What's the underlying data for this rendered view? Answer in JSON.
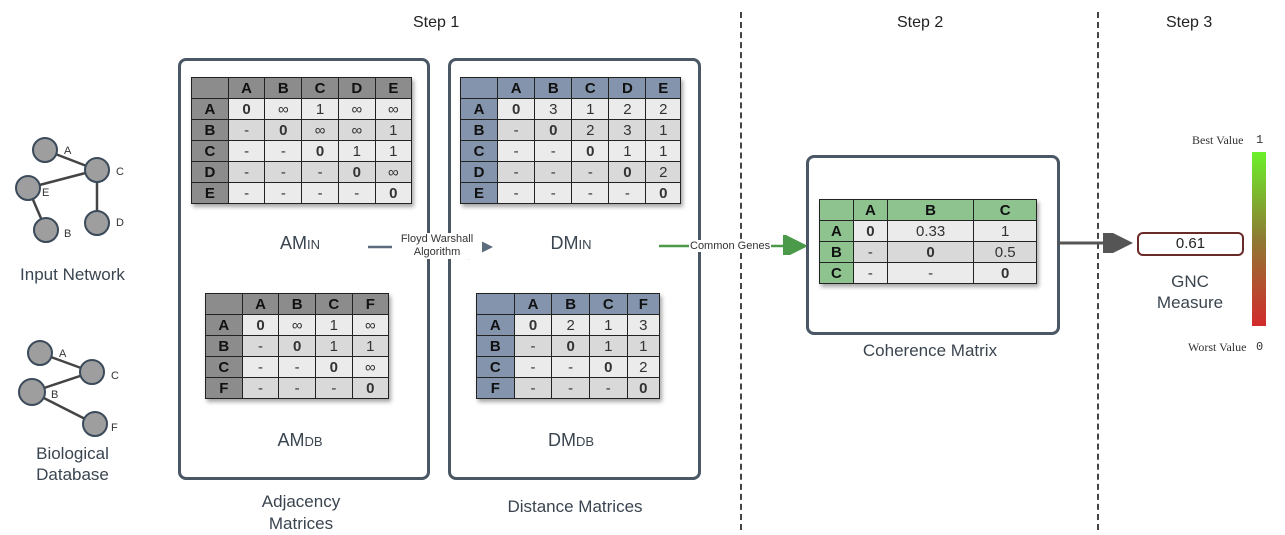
{
  "steps": {
    "step1": "Step 1",
    "step2": "Step 2",
    "step3": "Step 3"
  },
  "graphs": {
    "input": {
      "nodes": [
        "A",
        "C",
        "E",
        "B",
        "D"
      ],
      "label": "Input Network"
    },
    "database": {
      "nodes": [
        "A",
        "C",
        "B",
        "F"
      ],
      "label_line1": "Biological",
      "label_line2": "Database"
    }
  },
  "matrices": {
    "am_in": {
      "label": "AM",
      "sub": "IN",
      "header": [
        "A",
        "B",
        "C",
        "D",
        "E"
      ],
      "rows": [
        {
          "label": "A",
          "cells": [
            "0",
            "∞",
            "1",
            "∞",
            "∞"
          ]
        },
        {
          "label": "B",
          "cells": [
            "-",
            "0",
            "∞",
            "∞",
            "1"
          ]
        },
        {
          "label": "C",
          "cells": [
            "-",
            "-",
            "0",
            "1",
            "1"
          ]
        },
        {
          "label": "D",
          "cells": [
            "-",
            "-",
            "-",
            "0",
            "∞"
          ]
        },
        {
          "label": "E",
          "cells": [
            "-",
            "-",
            "-",
            "-",
            "0"
          ]
        }
      ]
    },
    "am_db": {
      "label": "AM",
      "sub": "DB",
      "header": [
        "A",
        "B",
        "C",
        "F"
      ],
      "rows": [
        {
          "label": "A",
          "cells": [
            "0",
            "∞",
            "1",
            "∞"
          ]
        },
        {
          "label": "B",
          "cells": [
            "-",
            "0",
            "1",
            "1"
          ]
        },
        {
          "label": "C",
          "cells": [
            "-",
            "-",
            "0",
            "∞"
          ]
        },
        {
          "label": "F",
          "cells": [
            "-",
            "-",
            "-",
            "0"
          ]
        }
      ]
    },
    "dm_in": {
      "label": "DM",
      "sub": "IN",
      "header": [
        "A",
        "B",
        "C",
        "D",
        "E"
      ],
      "rows": [
        {
          "label": "A",
          "cells": [
            "0",
            "3",
            "1",
            "2",
            "2"
          ]
        },
        {
          "label": "B",
          "cells": [
            "-",
            "0",
            "2",
            "3",
            "1"
          ]
        },
        {
          "label": "C",
          "cells": [
            "-",
            "-",
            "0",
            "1",
            "1"
          ]
        },
        {
          "label": "D",
          "cells": [
            "-",
            "-",
            "-",
            "0",
            "2"
          ]
        },
        {
          "label": "E",
          "cells": [
            "-",
            "-",
            "-",
            "-",
            "0"
          ]
        }
      ]
    },
    "dm_db": {
      "label": "DM",
      "sub": "DB",
      "header": [
        "A",
        "B",
        "C",
        "F"
      ],
      "rows": [
        {
          "label": "A",
          "cells": [
            "0",
            "2",
            "1",
            "3"
          ]
        },
        {
          "label": "B",
          "cells": [
            "-",
            "0",
            "1",
            "1"
          ]
        },
        {
          "label": "C",
          "cells": [
            "-",
            "-",
            "0",
            "2"
          ]
        },
        {
          "label": "F",
          "cells": [
            "-",
            "-",
            "-",
            "0"
          ]
        }
      ]
    },
    "coherence": {
      "header": [
        "A",
        "B",
        "C"
      ],
      "rows": [
        {
          "label": "A",
          "cells": [
            "0",
            "0.33",
            "1"
          ]
        },
        {
          "label": "B",
          "cells": [
            "-",
            "0",
            "0.5"
          ]
        },
        {
          "label": "C",
          "cells": [
            "-",
            "-",
            "0"
          ]
        }
      ]
    }
  },
  "captions": {
    "adjacency_line1": "Adjacency",
    "adjacency_line2": "Matrices",
    "distance": "Distance Matrices",
    "coherence": "Coherence Matrix"
  },
  "arrows": {
    "floyd_line1": "Floyd Warshall",
    "floyd_line2": "Algorithm",
    "common": "Common Genes"
  },
  "gnc": {
    "value": "0.61",
    "label_line1": "GNC",
    "label_line2": "Measure",
    "best_label": "Best Value",
    "best_value": "1",
    "worst_label": "Worst Value",
    "worst_value": "0"
  },
  "colors": {
    "gray_header": "#8c8c8c",
    "blue_header": "#8494ac",
    "green_header": "#8ec28e",
    "common_arrow": "#4a9a4a",
    "gradient_top": "#6cf02a",
    "gradient_bottom": "#d22b2b"
  }
}
